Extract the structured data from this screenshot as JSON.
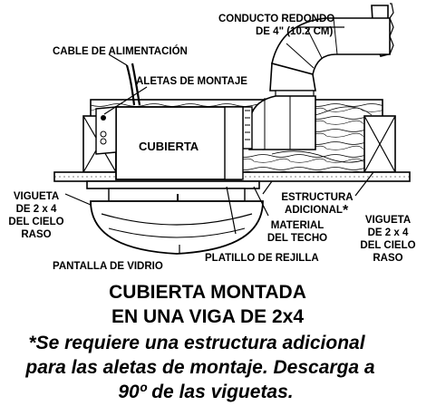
{
  "labels": {
    "duct_line1": "CONDUCTO REDONDO",
    "duct_line2": "DE 4\" (10.2 CM)",
    "power_cable": "CABLE DE ALIMENTACIÓN",
    "mounting_fins": "ALETAS DE MONTAJE",
    "housing": "CUBIERTA",
    "joist_left_1": "VIGUETA",
    "joist_left_2": "DE 2 x 4",
    "joist_left_3": "DEL CIELO",
    "joist_left_4": "RASO",
    "structure_1": "ESTRUCTURA",
    "structure_2": "ADICIONAL",
    "asterisk": "*",
    "joist_right_1": "VIGUETA",
    "joist_right_2": "DE 2 x 4",
    "joist_right_3": "DEL CIELO",
    "joist_right_4": "RASO",
    "ceiling_1": "MATERIAL",
    "ceiling_2": "DEL TECHO",
    "glass_shade": "PANTALLA DE VIDRIO",
    "grille_plate": "PLATILLO DE REJILLA"
  },
  "caption": {
    "title_line1": "CUBIERTA MONTADA",
    "title_line2": "EN UNA VIGA DE 2x4",
    "note_line1": "*Se requiere una estructura adicional",
    "note_line2": "para las aletas de montaje. Descarga a",
    "note_line3": "90º de las viguetas."
  }
}
